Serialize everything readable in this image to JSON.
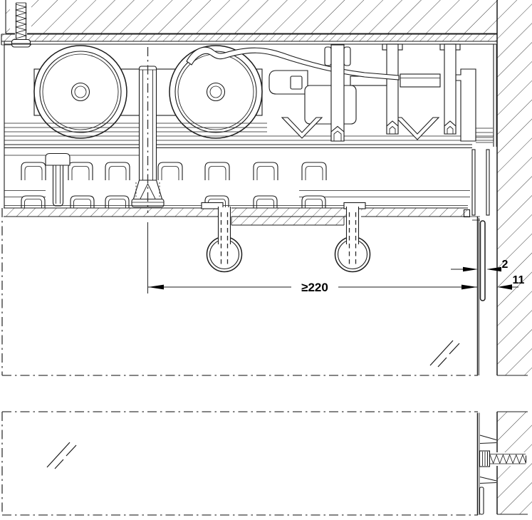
{
  "drawing": {
    "dimensions": {
      "min_distance": "≥220",
      "glass_to_profile_gap": "2",
      "glass_to_wall": "11"
    },
    "colors": {
      "line": "#1c1c1c",
      "hatch": "#3f3f3f",
      "background": "#ffffff"
    }
  }
}
